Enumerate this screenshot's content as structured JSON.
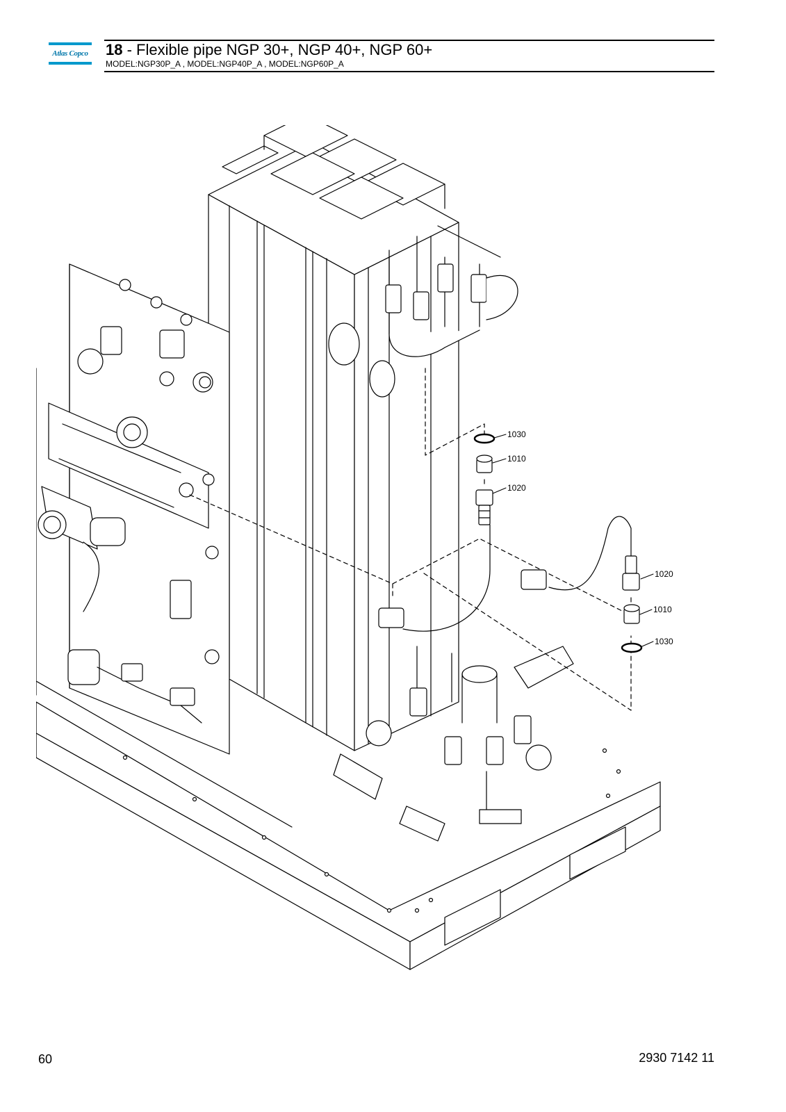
{
  "header": {
    "brand": "Atlas Copco",
    "section_number": "18",
    "section_title": " - Flexible pipe NGP 30+, NGP 40+, NGP 60+",
    "models": "MODEL:NGP30P_A , MODEL:NGP40P_A , MODEL:NGP60P_A"
  },
  "callouts": {
    "upper": [
      "1030",
      "1010",
      "1020"
    ],
    "lower": [
      "1020",
      "1010",
      "1030"
    ]
  },
  "footer": {
    "page_number": "60",
    "document_number": "2930 7142 11"
  },
  "colors": {
    "brand_blue": "#0099cc",
    "line": "#000000"
  }
}
